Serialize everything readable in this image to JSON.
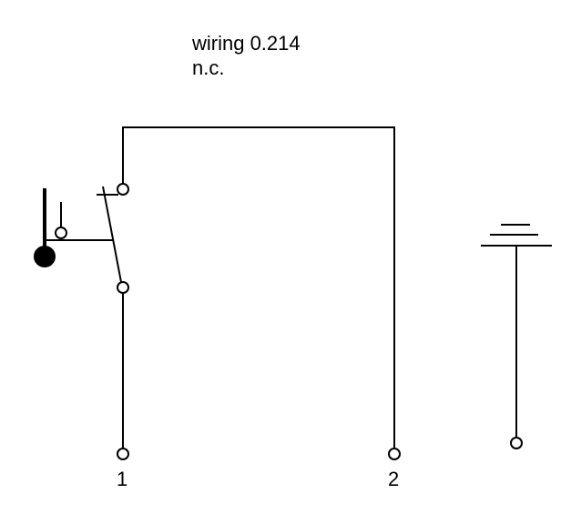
{
  "title": "wiring 0.214",
  "subtitle": "n.c.",
  "terminals": [
    "1",
    "2"
  ],
  "colors": {
    "line": "#000000",
    "background": "#ffffff"
  }
}
